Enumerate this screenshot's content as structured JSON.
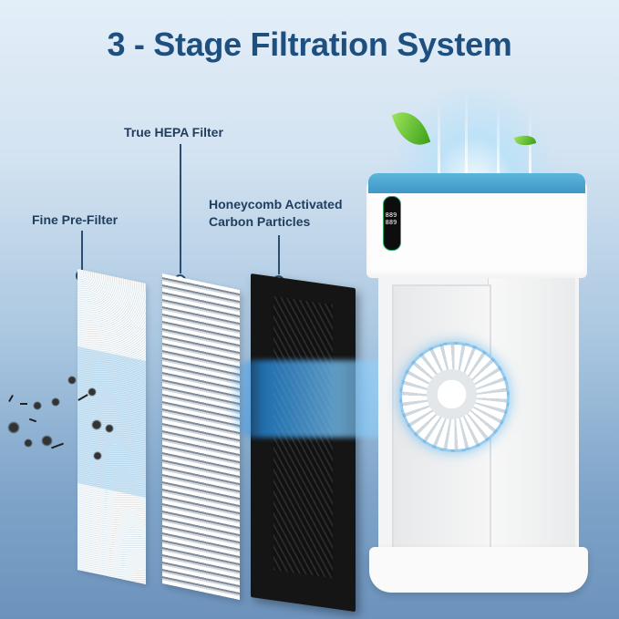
{
  "title": "3 - Stage Filtration System",
  "labels": {
    "stage1": "Fine Pre-Filter",
    "stage2": "True HEPA Filter",
    "stage3_line1": "Honeycomb Activated",
    "stage3_line2": "Carbon Particles"
  },
  "display": {
    "reading_line1": "889",
    "reading_line2": "889"
  },
  "colors": {
    "title": "#1e4f7f",
    "label": "#1f3d5e",
    "background_top": "#e3eef8",
    "background_bottom": "#6d93bd",
    "airflow": "#2896e6",
    "leaf": "#5cc02a"
  }
}
